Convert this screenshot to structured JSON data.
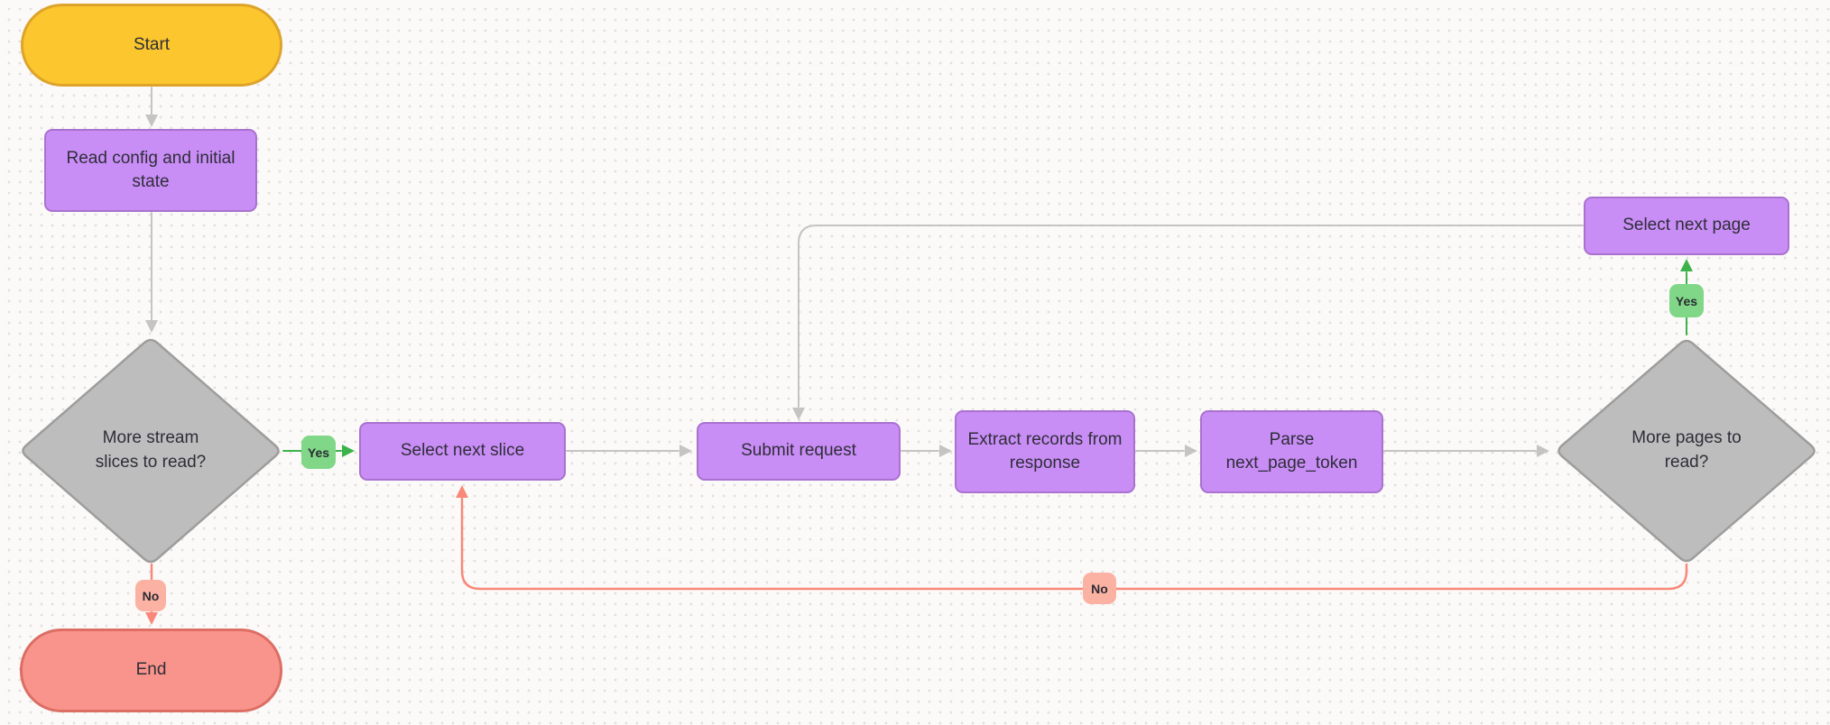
{
  "nodes": {
    "start": "Start",
    "read_config": "Read config and initial\nstate",
    "more_slices": "More stream\nslices to read?",
    "select_next_slice": "Select next slice",
    "submit_request": "Submit request",
    "extract_records": "Extract records from\nresponse",
    "parse_token": "Parse\nnext_page_token",
    "more_pages": "More pages to\nread?",
    "select_next_page": "Select next page",
    "end": "End"
  },
  "edge_labels": {
    "yes_slices": "Yes",
    "no_slices": "No",
    "yes_pages": "Yes",
    "no_pages": "No"
  },
  "edges": [
    {
      "from": "start",
      "to": "read_config",
      "label": ""
    },
    {
      "from": "read_config",
      "to": "more_slices",
      "label": ""
    },
    {
      "from": "more_slices",
      "to": "select_next_slice",
      "label": "Yes"
    },
    {
      "from": "more_slices",
      "to": "end",
      "label": "No"
    },
    {
      "from": "select_next_slice",
      "to": "submit_request",
      "label": ""
    },
    {
      "from": "submit_request",
      "to": "extract_records",
      "label": ""
    },
    {
      "from": "extract_records",
      "to": "parse_token",
      "label": ""
    },
    {
      "from": "parse_token",
      "to": "more_pages",
      "label": ""
    },
    {
      "from": "more_pages",
      "to": "select_next_page",
      "label": "Yes"
    },
    {
      "from": "more_pages",
      "to": "select_next_slice",
      "label": "No"
    },
    {
      "from": "select_next_page",
      "to": "submit_request",
      "label": ""
    }
  ],
  "colors": {
    "canvas_bg": "#fbfaf9",
    "dot_grid": "#e2e0df",
    "start_fill": "#fbc62e",
    "start_border": "#dda32b",
    "process_fill": "#c98df6",
    "process_border": "#a972ce",
    "decision_fill": "#bdbdbd",
    "decision_border": "#9d9d9d",
    "end_fill": "#f9948c",
    "end_border": "#dc6e64",
    "yes_chip": "#7fd787",
    "yes_line": "#3cb24a",
    "no_chip": "#fbb2a3",
    "no_line": "#f98878",
    "flow_line": "#c6c4c3",
    "text": "#2e2e38"
  }
}
